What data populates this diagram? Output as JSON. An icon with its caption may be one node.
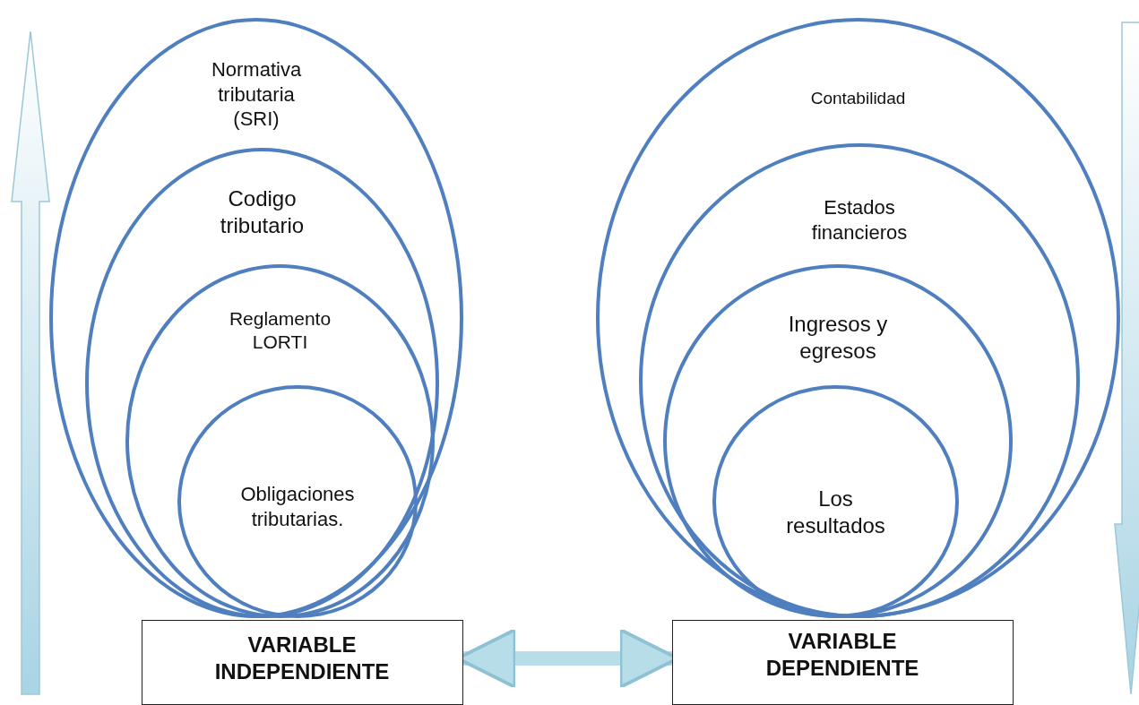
{
  "diagram": {
    "nodes": [
      {
        "text": [
          "Normativa tributaria (SRI)"
        ]
      },
      {
        "text": [
          "Codigo tributario"
        ],
        "in": 0
      },
      {
        "text": [
          "Reglamento LORTI"
        ],
        "in": 1
      },
      {
        "text": [
          "Obligaciones tributarias."
        ],
        "in": 2
      },
      {
        "text": [
          "VARIABLE INDEPENDIENTE"
        ]
      },
      {
        "text": [
          "Contabilidad"
        ]
      },
      {
        "text": [
          "Estados financieros"
        ],
        "in": 5
      },
      {
        "text": [
          "Ingresos y egresos"
        ],
        "in": 6
      },
      {
        "text": [
          "Los resultados"
        ],
        "in": 7
      },
      {
        "text": [
          "VARIABLE DEPENDIENTE"
        ]
      }
    ],
    "edges": [
      {
        "from": 4,
        "to": 9,
        "arrow": "both"
      }
    ]
  }
}
